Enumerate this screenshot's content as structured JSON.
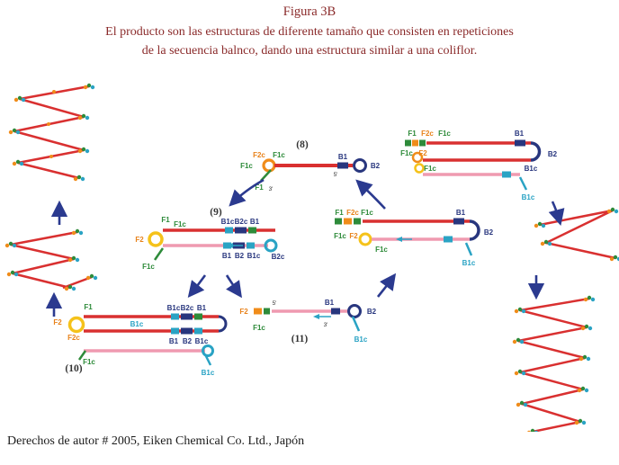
{
  "header": {
    "title": "Figura 3B",
    "description_line1": "El producto son las estructuras de diferente tamaño que consisten en repeticiones",
    "description_line2": "de la secuencia balnco, dando una estructura similar a una coliflor."
  },
  "diagram": {
    "steps": {
      "s8": "(8)",
      "s9": "(9)",
      "s10": "(10)",
      "s11": "(11)"
    },
    "labels": {
      "f1": "F1",
      "f1c": "F1c",
      "f2": "F2",
      "f2c": "F2c",
      "b1": "B1",
      "b1c": "B1c",
      "b2": "B2",
      "b2c": "B2c",
      "prime3": "3'",
      "prime5": "5'"
    },
    "colors": {
      "title_text": "#8a2a2a",
      "strand_red": "#d93030",
      "strand_pink": "#ef9ab0",
      "region_green": "#2e8b3a",
      "region_orange": "#f08c1a",
      "region_yellow": "#f5c21a",
      "region_navy": "#28367e",
      "region_teal": "#2aa3c4",
      "arrow_navy": "#2b3a8f"
    }
  },
  "footer": {
    "copyright": "Derechos de autor # 2005, Eiken Chemical Co. Ltd., Japón"
  }
}
